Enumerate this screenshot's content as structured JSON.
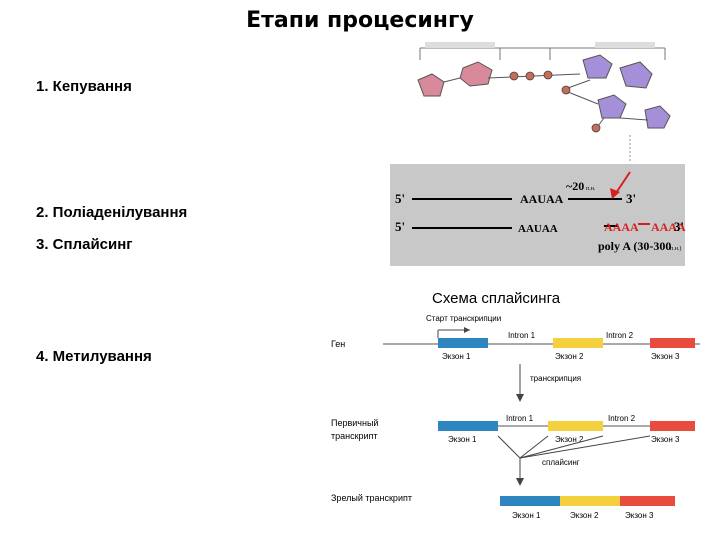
{
  "slide": {
    "title": "Етапи процесингу",
    "steps": [
      "1. Кепування",
      "2. Поліаденілування",
      "3. Сплайсинг",
      "4. Метилування"
    ]
  },
  "polya": {
    "five_prime": "5'",
    "three_prime": "3'",
    "signal": "AAUAA",
    "distance": "~20",
    "distance_unit": "п.н.",
    "tail_left": "AAAA",
    "tail_right": "AAAA",
    "tail_label": "poly A (30-300",
    "tail_unit": "п.н.)"
  },
  "splicing": {
    "title": "Схема сплайсинга",
    "start_label": "Старт транскрипции",
    "gene_label": "Ген",
    "intron1": "Intron 1",
    "intron2": "Intron 2",
    "exon1": "Экзон 1",
    "exon2": "Экзон 2",
    "exon3": "Экзон 3",
    "transcription": "транскрипция",
    "primary_line1": "Первичный",
    "primary_line2": "транскрипт",
    "splicing_label": "сплайсинг",
    "mature": "Зрелый транскрипт",
    "colors": {
      "exon1": "#2e86c1",
      "exon2": "#f4d03f",
      "exon3": "#e74c3c"
    }
  }
}
